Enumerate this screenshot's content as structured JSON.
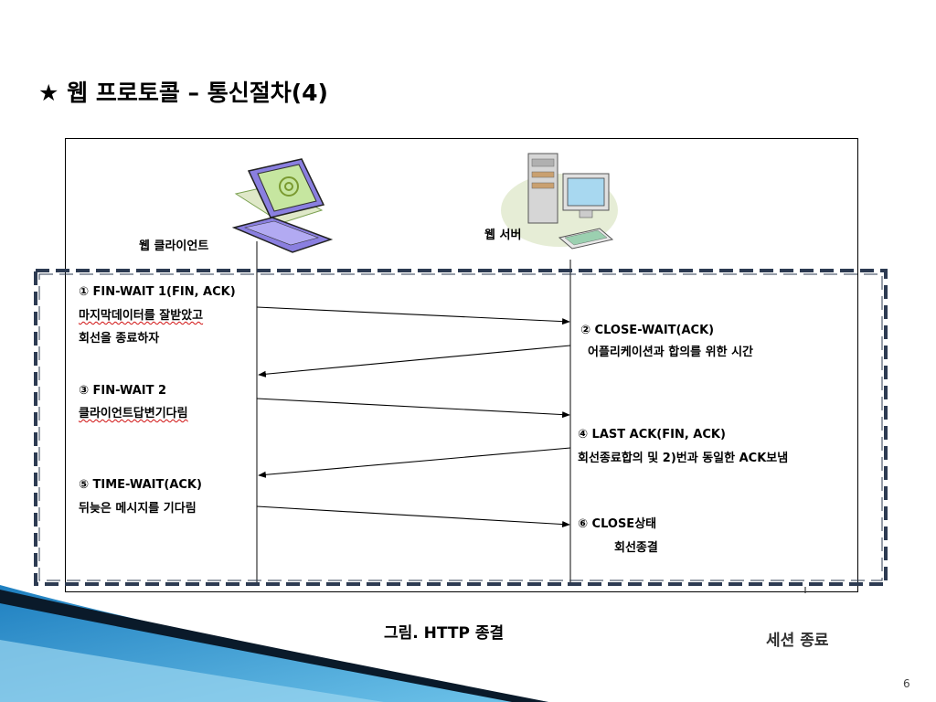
{
  "title": "★ 웹 프로토콜 – 통신절차(4)",
  "client_label": "웹 클라이언트",
  "server_label": "웹 서버",
  "steps": {
    "s1": {
      "line1": "① FIN-WAIT 1(FIN, ACK)",
      "line2": "마지막데이터를 잘받았고",
      "line3": "회선을 종료하자"
    },
    "s2": {
      "line1": "②  CLOSE-WAIT(ACK)",
      "line2": "어플리케이션과 합의를 위한 시간"
    },
    "s3": {
      "line1": "③ FIN-WAIT 2",
      "line2": "클라이언트답변기다림"
    },
    "s4": {
      "line1": "④ LAST ACK(FIN, ACK)",
      "line2": "회선종료합의 및 2)번과 동일한 ACK보냄"
    },
    "s5": {
      "line1": "⑤ TIME-WAIT(ACK)",
      "line2": "뒤늦은 메시지를 기다림"
    },
    "s6": {
      "line1": "⑥ CLOSE상태",
      "line2": "회선종결"
    }
  },
  "caption": "그림. HTTP 종결",
  "session_end_label": "세션 종료",
  "page_number": "6",
  "colors": {
    "dashed_box": "#2d3b52",
    "laptop": "#8a7fe0",
    "blue_stripe": "#2a8fc8"
  }
}
